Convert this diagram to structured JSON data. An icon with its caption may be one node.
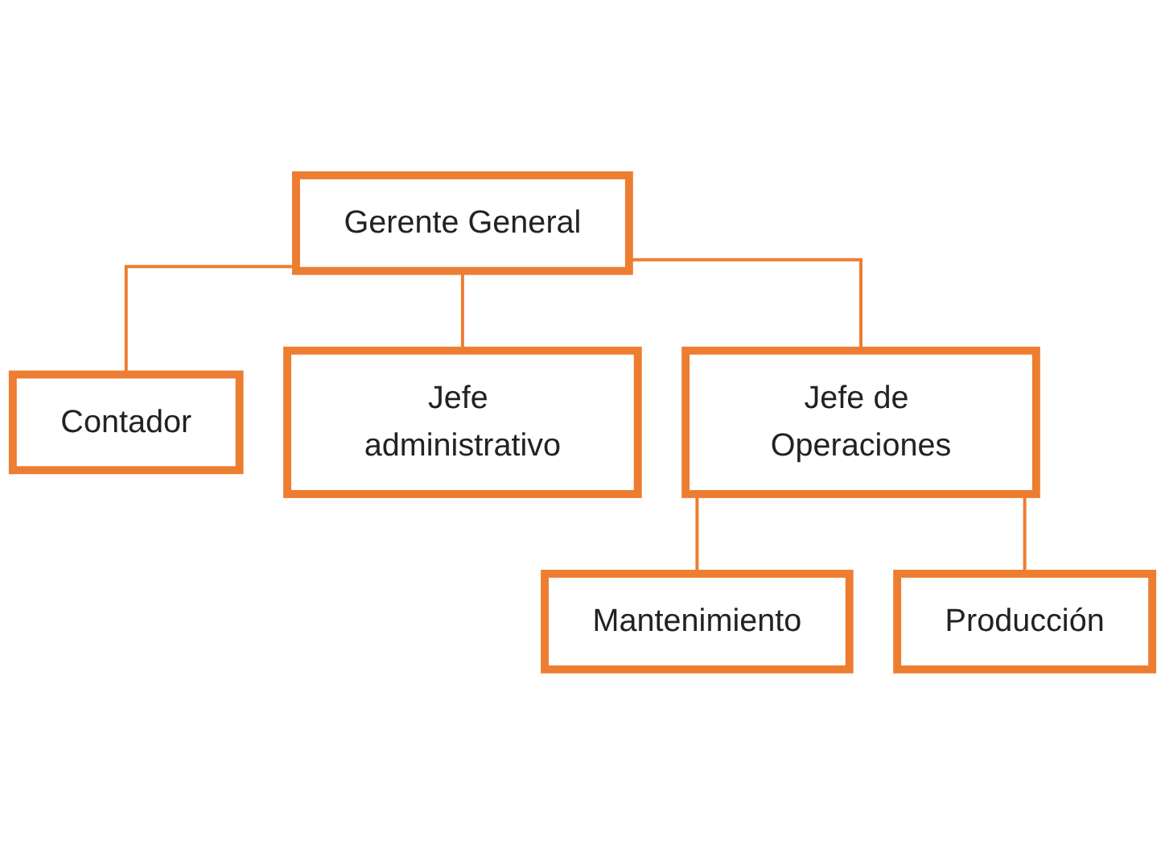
{
  "diagram": {
    "nodes": [
      {
        "text": [
          "Gerente General"
        ]
      },
      {
        "text": [
          "Contador"
        ]
      },
      {
        "text": [
          "Jefe administrativo"
        ]
      },
      {
        "text": [
          "Jefe de Operaciones"
        ]
      },
      {
        "text": [
          "Mantenimiento"
        ]
      },
      {
        "text": [
          "Producción"
        ]
      }
    ],
    "edges": [
      {
        "from": 0,
        "to": 1,
        "arrow": "none"
      },
      {
        "from": 0,
        "to": 2,
        "arrow": "none"
      },
      {
        "from": 0,
        "to": 3,
        "arrow": "none"
      },
      {
        "from": 3,
        "to": 4,
        "arrow": "none"
      },
      {
        "from": 3,
        "to": 5,
        "arrow": "none"
      }
    ]
  }
}
